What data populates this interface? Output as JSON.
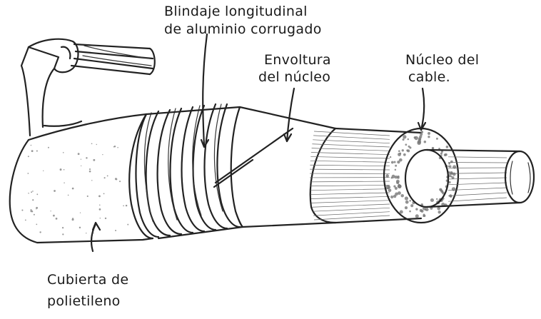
{
  "labels": {
    "shield_line1": "Blindaje longitudinal",
    "shield_line2": "de aluminio corrugado",
    "wrap_line1": "Envoltura",
    "wrap_line2": "del núcleo",
    "core_line1": "Núcleo del",
    "core_line2": "cable.",
    "jacket_line1": "Cubierta de",
    "jacket_line2": "polietileno"
  }
}
